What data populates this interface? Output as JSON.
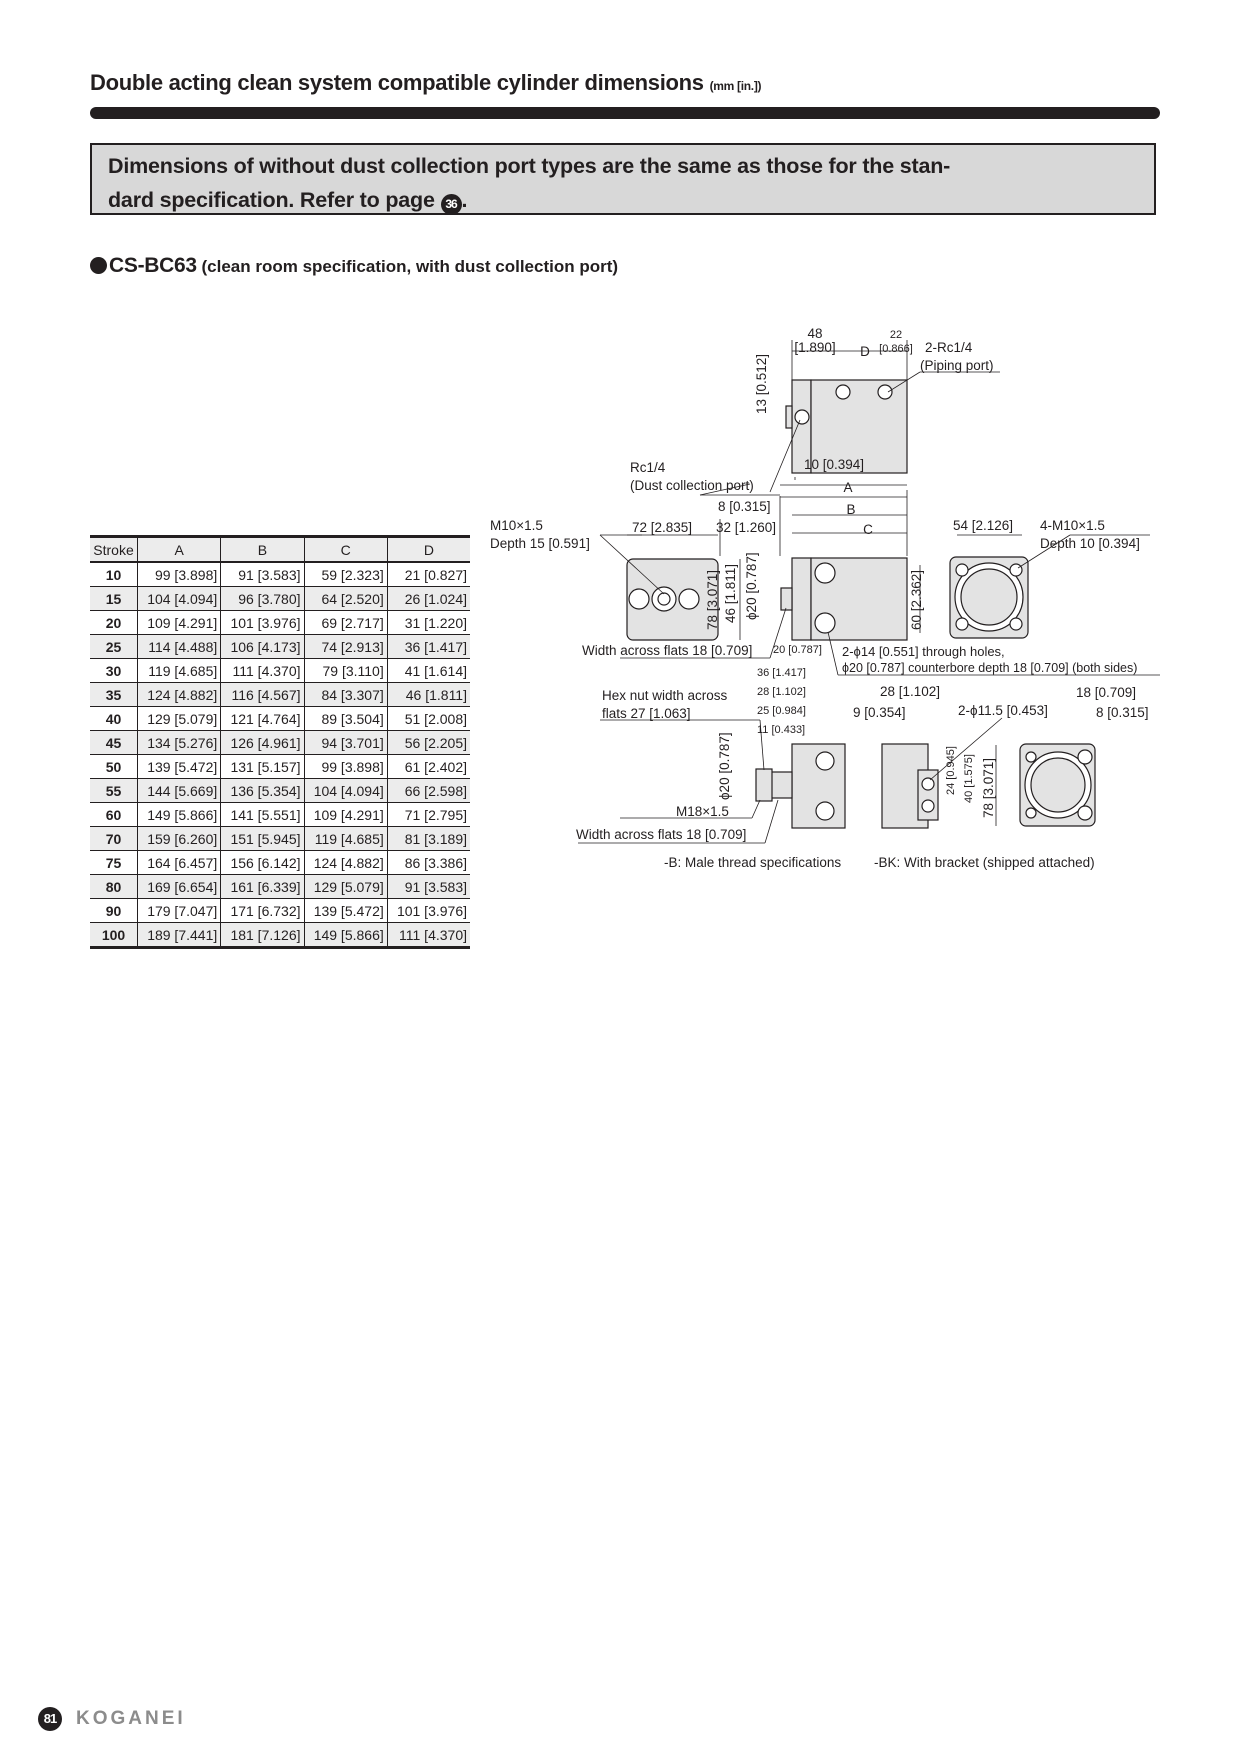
{
  "header": {
    "title": "Double acting clean system compatible cylinder dimensions",
    "unit": "(mm [in.])"
  },
  "notice": {
    "line1": "Dimensions of without dust collection port types are the same as those for the stan-",
    "line2": "dard specification. Refer to page",
    "page_ref": "36",
    "end": "."
  },
  "model": {
    "code": "CS-BC63",
    "desc": "(clean room specification, with dust collection port)"
  },
  "table": {
    "headers": [
      "Stroke",
      "A",
      "B",
      "C",
      "D"
    ],
    "rows": [
      [
        "10",
        "99 [3.898]",
        "91 [3.583]",
        "59 [2.323]",
        "21 [0.827]"
      ],
      [
        "15",
        "104 [4.094]",
        "96 [3.780]",
        "64 [2.520]",
        "26 [1.024]"
      ],
      [
        "20",
        "109 [4.291]",
        "101 [3.976]",
        "69 [2.717]",
        "31 [1.220]"
      ],
      [
        "25",
        "114 [4.488]",
        "106 [4.173]",
        "74 [2.913]",
        "36 [1.417]"
      ],
      [
        "30",
        "119 [4.685]",
        "111 [4.370]",
        "79 [3.110]",
        "41 [1.614]"
      ],
      [
        "35",
        "124 [4.882]",
        "116 [4.567]",
        "84 [3.307]",
        "46 [1.811]"
      ],
      [
        "40",
        "129 [5.079]",
        "121 [4.764]",
        "89 [3.504]",
        "51 [2.008]"
      ],
      [
        "45",
        "134 [5.276]",
        "126 [4.961]",
        "94 [3.701]",
        "56 [2.205]"
      ],
      [
        "50",
        "139 [5.472]",
        "131 [5.157]",
        "99 [3.898]",
        "61 [2.402]"
      ],
      [
        "55",
        "144 [5.669]",
        "136 [5.354]",
        "104 [4.094]",
        "66 [2.598]"
      ],
      [
        "60",
        "149 [5.866]",
        "141 [5.551]",
        "109 [4.291]",
        "71 [2.795]"
      ],
      [
        "70",
        "159 [6.260]",
        "151 [5.945]",
        "119 [4.685]",
        "81 [3.189]"
      ],
      [
        "75",
        "164 [6.457]",
        "156 [6.142]",
        "124 [4.882]",
        "86 [3.386]"
      ],
      [
        "80",
        "169 [6.654]",
        "161 [6.339]",
        "129 [5.079]",
        "91 [3.583]"
      ],
      [
        "90",
        "179 [7.047]",
        "171 [6.732]",
        "139 [5.472]",
        "101 [3.976]"
      ],
      [
        "100",
        "189 [7.441]",
        "181 [7.126]",
        "149 [5.866]",
        "111 [4.370]"
      ]
    ]
  },
  "diagram": {
    "d48": "48",
    "d48in": "[1.890]",
    "dD": "D",
    "d22": "22",
    "d22in": "[0.866]",
    "piping1": "2-Rc1/4",
    "piping2": "(Piping port)",
    "d13": "13 [0.512]",
    "d10": "10 [0.394]",
    "dust1": "Rc1/4",
    "dust2": "(Dust collection port)",
    "dA": "A",
    "d8": "8 [0.315]",
    "dB": "B",
    "d32": "32 [1.260]",
    "dC": "C",
    "m10a": "M10×1.5",
    "m10b": "Depth 15 [0.591]",
    "d72": "72 [2.835]",
    "d54": "54 [2.126]",
    "m10c": "4-M10×1.5",
    "m10d": "Depth 10 [0.394]",
    "d78a": "78 [3.071]",
    "d46": "46 [1.811]",
    "phi20a": "ϕ20 [0.787]",
    "d60": "60 [2.362]",
    "waf1": "Width across flats 18 [0.709]",
    "d20": "20 [0.787]",
    "holes1": "2-ϕ14 [0.551] through holes,",
    "holes2": "ϕ20 [0.787] counterbore depth 18 [0.709] (both sides)",
    "d36": "36 [1.417]",
    "hex1": "Hex nut width across",
    "hex2": "flats 27 [1.063]",
    "d28a": "28 [1.102]",
    "d25": "25 [0.984]",
    "d11": "11 [0.433]",
    "d28b": "28 [1.102]",
    "d9": "9 [0.354]",
    "phi115": "2-ϕ11.5 [0.453]",
    "d18": "18 [0.709]",
    "d8b": "8 [0.315]",
    "phi20b": "ϕ20 [0.787]",
    "d24": "24 [0.945]",
    "d40": "40 [1.575]",
    "d78b": "78 [3.071]",
    "m18": "M18×1.5",
    "waf2": "Width across flats 18 [0.709]",
    "capB": "-B: Male thread specifications",
    "capBK": "-BK: With bracket (shipped attached)"
  },
  "footer": {
    "page": "81",
    "brand": "KOGANEI"
  }
}
